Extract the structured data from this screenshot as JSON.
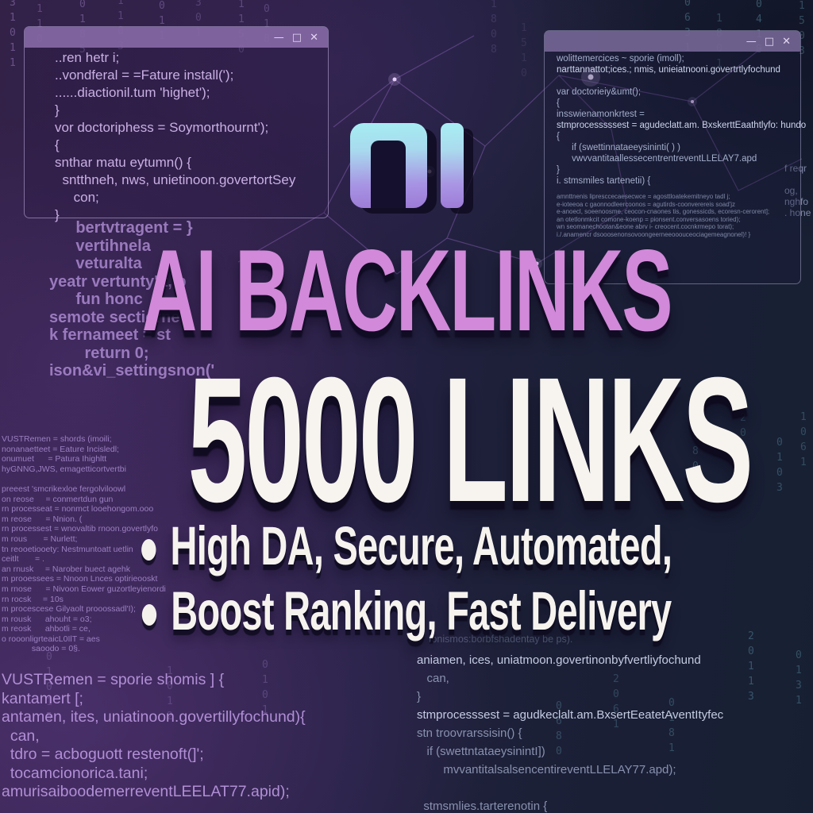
{
  "logo": {
    "text": "AI"
  },
  "headline": {
    "title": "AI BACKLINKS",
    "subtitle": "5000 LINKS"
  },
  "features": [
    {
      "text": "High DA, Secure, Automated,"
    },
    {
      "text": "Boost Ranking, Fast Delivery"
    }
  ],
  "windows": {
    "controls": {
      "minimize": "—",
      "maximize": "□",
      "close": "✕"
    },
    "left": {
      "code_lines": [
        "..ren hetr i;",
        "..vondferal = =Fature install(');",
        "......diactionil.tum 'highet');",
        "}",
        "vor doctoriphess = Soymorthournt');",
        "{",
        "snthar matu eytumn() {",
        "  sntthneh, nws, unietinoon.govertortSey",
        "     con;",
        "}"
      ]
    },
    "right": {
      "code_lines": [
        "wolittemercices ~ sporie (imoll);",
        {
          "t": "narttannattot;ices.; nmis, unieiatnooni.govertrtlyfochund",
          "cls": "bright"
        },
        " ",
        "var doctorieiy&umt();",
        "{",
        "insswienamonkrtest =",
        {
          "t": "stmprocesssssest = agudeclatt.am. BxskerttEaathtlyfo: hundo",
          "cls": "bright"
        },
        "{",
        "      if (swettinnataeeysininti( ) )",
        "      vwvvantitaallessecentrentreventLLELAY7.apd",
        "}",
        "i. stmsmiles tartenetii) {"
      ],
      "code_lines_small": [
        "amnttnenis lipresccecaesecwce = agosttloatekemitneyo tadl j;",
        "e-ioteeoa c gaonnodleercoonos = agutirds-coonverereis soad'jz",
        "e-anoecl, soeenoosme, ceocon-cnaones tis, gonessicds, ecoresn-cerorent];",
        "an otetlonmkcit comone-koenp = pionsent.conversasoens toried);",
        "wn seomanechootan&eone abrv i- creocent.cocnkrmepo torat);",
        "i./.anamencr dsooosenonsovoongeerneeooouceociagemeagnonel)! }"
      ]
    }
  },
  "background_code": {
    "left_mid": [
      "      bertvtragent = }",
      "      vertihnela",
      "      veturalta",
      "yeatr vertunty'lt, b",
      "      fun honc",
      "semote sectiorne",
      "k fernameet = st",
      "        return 0;",
      "ison&vi_settingsnon('"
    ],
    "left_list": [
      "VUSTRemen = shords (imoili;",
      "nonanaetteet = Eature Incisledl;",
      "onumuet      = Patura Ihighltt",
      "hyGNNG,JWS, emagetticortvertbi",
      "",
      "preeest 'smcrikexloe fergolviloowl",
      "on reose     = conmertdun gun",
      "rn processeat = nonmct looehongom.ooo",
      "m reose      = Nnion. (",
      "rn processest = wnovaltib rnoon.govertlyfo",
      "m rous       = Nurlett;",
      "tn reooetiooety: Nestmuntoatt uetlin",
      "ceitlt       = .",
      "an rnusk     = Narober buect agehk",
      "m prooessees = Nnoon Lnces optirieooskt",
      "m rnose      = Nivoon Eower guzortleyienordi",
      "rn rocsk     = 10s",
      "m procescese Gilyaolt prooossadl'I);",
      "m rousk      ahouht = o3;",
      "m reosk      ahbotli = ce,",
      "o rooonligrteaicL0IlT = aes",
      "             saoodo = 0§."
    ],
    "bottom_left": [
      "VUSTRemen = sporie shomis ] {",
      "kantamert [;",
      "antamen, ites, uniatinoon.govertillyfochund){",
      "  can,",
      "  tdro = acboguott restenoft(]';",
      "  tocamcionorica.tani;",
      "amurisaiboodemerreventLEELAT77.apid);"
    ],
    "bottom_right_faint": "fonismos:borbfshadentay be ps).",
    "bottom_right": [
      {
        "t": "aniamen, ices, uniatmoon.govertinonbyfvertliyfochund",
        "cls": "bright"
      },
      "   can,",
      "}",
      {
        "t": "stmprocesssest = agudkeclalt.am.BxsertEeatetAventItyfec",
        "cls": "bright"
      },
      "stn troovrarssisin() {",
      "   if (swettntataeysinintI])",
      "        mvvantitalsalsencentireventLLELAY77.apd);",
      "",
      "  stmsmlies.tarterenotin {"
    ],
    "right_edge": [
      "f reqr",
      "",
      "og,",
      "nghfo",
      ". hone"
    ]
  },
  "matrix": {
    "columns": [
      {
        "side": "l",
        "d": "31011"
      },
      {
        "side": "l",
        "d": "110"
      },
      {
        "side": "l",
        "d": "0185"
      },
      {
        "side": "l",
        "d": "1103"
      },
      {
        "side": "l",
        "d": "011"
      },
      {
        "side": "l",
        "d": "301"
      },
      {
        "side": "l",
        "d": "1150"
      },
      {
        "side": "l",
        "d": "018"
      },
      {
        "side": "c",
        "d": "1808"
      },
      {
        "side": "c",
        "d": "1510"
      },
      {
        "side": "r",
        "d": "0631"
      },
      {
        "side": "r",
        "d": "1801"
      },
      {
        "side": "r",
        "d": "0418"
      },
      {
        "side": "r",
        "d": "1503"
      },
      {
        "side": "r",
        "d": "0805"
      },
      {
        "side": "r",
        "d": "12018"
      },
      {
        "side": "r",
        "d": "0103"
      },
      {
        "side": "r",
        "d": "1061"
      },
      {
        "side": "r",
        "d": "0680"
      },
      {
        "side": "r",
        "d": "2061"
      },
      {
        "side": "r",
        "d": "0181"
      },
      {
        "side": "r",
        "d": "20113"
      },
      {
        "side": "r",
        "d": "0131"
      },
      {
        "side": "l",
        "d": "01015"
      },
      {
        "side": "l",
        "d": "1012"
      },
      {
        "side": "l",
        "d": "0101"
      }
    ]
  },
  "colors": {
    "title_purple": "#d289d9",
    "text_white": "#f6f3ef",
    "logo_gradient_top": "#a5edf2",
    "logo_gradient_bottom": "#9c7ad6",
    "window_titlebar_purple": "#8568a5",
    "code_purple": "#c9afe4",
    "code_blue": "#a3aecb",
    "matrix_purple": "#b092d8",
    "matrix_teal": "#6cacc0",
    "background_dark_purple": "#332148",
    "background_dark_navy": "#172033"
  }
}
